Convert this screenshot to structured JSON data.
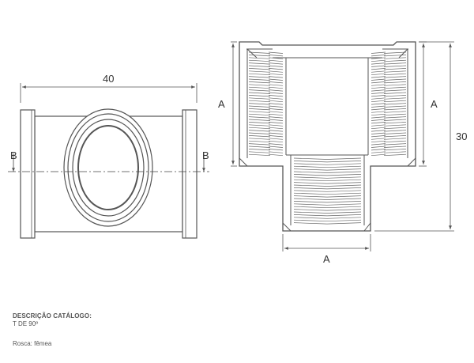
{
  "drawing": {
    "dim_length": "40",
    "dim_height": "30",
    "label_a": "A",
    "label_b": "B",
    "colors": {
      "line": "#555555",
      "text": "#333333",
      "background": "#ffffff"
    }
  },
  "caption": {
    "title": "DESCRIÇÃO CATÁLOGO:",
    "item": "T DE 90º",
    "thread": "Rosca: fêmea"
  }
}
